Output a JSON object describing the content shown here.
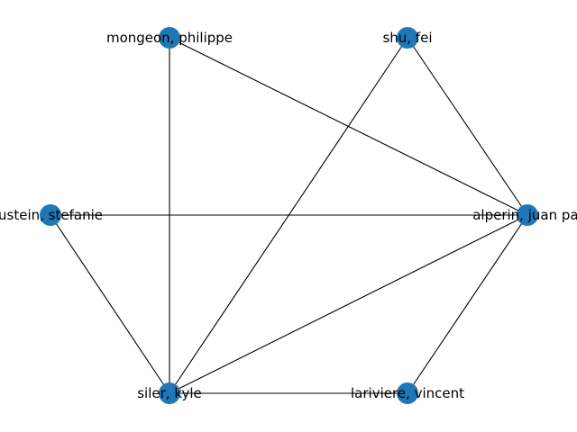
{
  "graph": {
    "node_color": "#1f77b4",
    "edge_color": "#000000",
    "nodes": [
      {
        "id": "mongeon",
        "label": "mongeon, philippe"
      },
      {
        "id": "shu",
        "label": "shu, fei"
      },
      {
        "id": "haustein",
        "label": "ustein, stefanie"
      },
      {
        "id": "alperin",
        "label": "alperin, juan pal"
      },
      {
        "id": "siler",
        "label": "siler, kyle"
      },
      {
        "id": "lariviere",
        "label": "lariviere, vincent"
      }
    ],
    "edges": [
      [
        "mongeon",
        "siler"
      ],
      [
        "mongeon",
        "alperin"
      ],
      [
        "shu",
        "siler"
      ],
      [
        "shu",
        "alperin"
      ],
      [
        "haustein",
        "alperin"
      ],
      [
        "haustein",
        "siler"
      ],
      [
        "alperin",
        "siler"
      ],
      [
        "alperin",
        "lariviere"
      ],
      [
        "siler",
        "lariviere"
      ]
    ]
  }
}
